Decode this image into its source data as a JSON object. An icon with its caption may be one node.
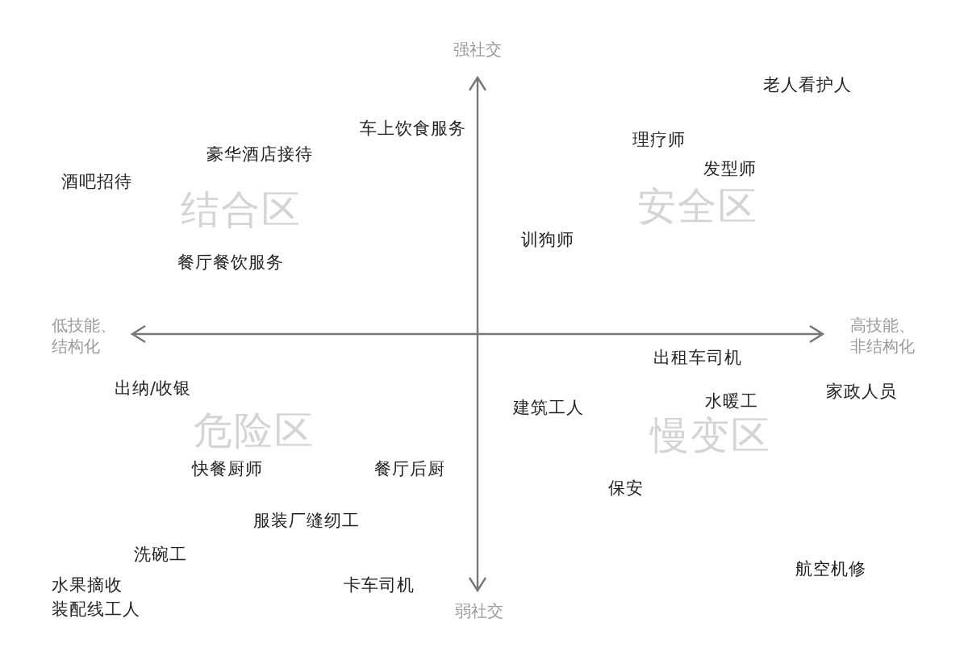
{
  "diagram": {
    "labels": [
      "强社交",
      "老人看护人",
      "车上饮食服务",
      "理疗师",
      "豪华酒店接待",
      "发型师",
      "酒吧招待",
      "结合区",
      "安全区",
      "训狗师",
      "餐厅餐饮服务",
      "低技能、结构化",
      "高技能、非结构化",
      "出租车司机",
      "出纳/收银",
      "家政人员",
      "建筑工人",
      "水暖工",
      "危险区",
      "慢变区",
      "快餐厨师",
      "餐厅后厨",
      "保安",
      "服装厂缝纫工",
      "洗碗工",
      "航空机修",
      "水果摘收",
      "卡车司机",
      "装配线工人",
      "弱社交"
    ]
  }
}
